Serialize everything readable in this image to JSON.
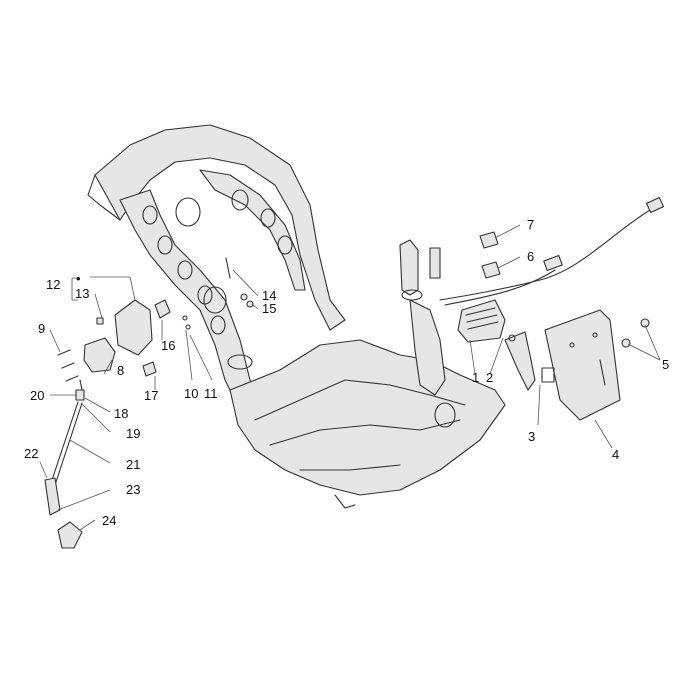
{
  "callouts": [
    "1",
    "2",
    "3",
    "4",
    "5",
    "6",
    "7",
    "8",
    "9",
    "10",
    "11",
    "12",
    "13",
    "14",
    "15",
    "16",
    "17",
    "18",
    "19",
    "20",
    "21",
    "22",
    "23",
    "24"
  ],
  "bracket_marker": "•",
  "colors": {
    "stroke": "#333333",
    "fill": "#e6e6e6",
    "background": "#ffffff"
  }
}
